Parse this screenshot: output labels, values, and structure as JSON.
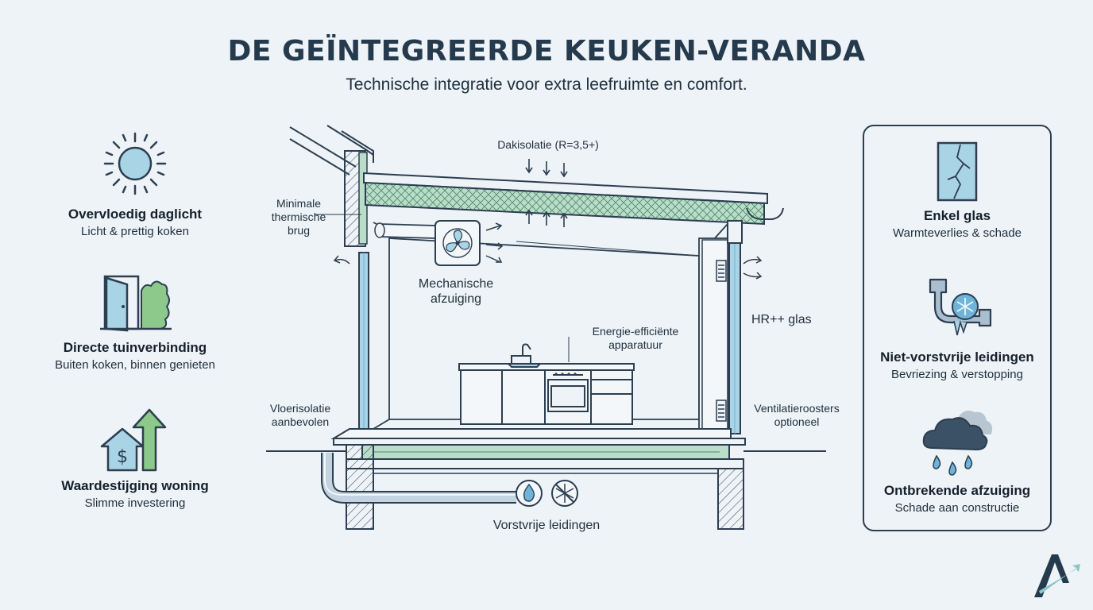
{
  "header": {
    "title": "DE GEÏNTEGREERDE KEUKEN-VERANDA",
    "subtitle": "Technische integratie voor extra leefruimte en comfort."
  },
  "benefits": [
    {
      "icon": "sun-icon",
      "title": "Overvloedig daglicht",
      "subtitle": "Licht & prettig koken"
    },
    {
      "icon": "garden-door-icon",
      "title": "Directe tuinverbinding",
      "subtitle": "Buiten koken, binnen genieten"
    },
    {
      "icon": "value-increase-icon",
      "title": "Waardestijging woning",
      "subtitle": "Slimme investering"
    }
  ],
  "risks": [
    {
      "icon": "cracked-glass-icon",
      "title": "Enkel glas",
      "subtitle": "Warmteverlies & schade"
    },
    {
      "icon": "frozen-pipe-icon",
      "title": "Niet-vorstvrije leidingen",
      "subtitle": "Bevriezing & verstopping"
    },
    {
      "icon": "rain-cloud-icon",
      "title": "Ontbrekende afzuiging",
      "subtitle": "Schade aan constructie"
    }
  ],
  "diagram": {
    "roof_insulation": "Dakisolatie (R=3,5+)",
    "thermal_bridge": "Minimale\nthermische\nbrug",
    "mechanical_exhaust": "Mechanische\nafzuiging",
    "appliances": "Energie-efficiënte\napparatuur",
    "glass": "HR++ glas",
    "floor_insulation": "Vloerisolatie\naanbevolen",
    "ventilation": "Ventilatieroosters\noptioneel",
    "pipes": "Vorstvrije leidingen"
  },
  "colors": {
    "insulation": "#b9ddc8",
    "glass": "#a9d4e6",
    "line": "#2c3e50",
    "accent_green": "#8cc98a",
    "accent_blue": "#6fb3d8"
  }
}
